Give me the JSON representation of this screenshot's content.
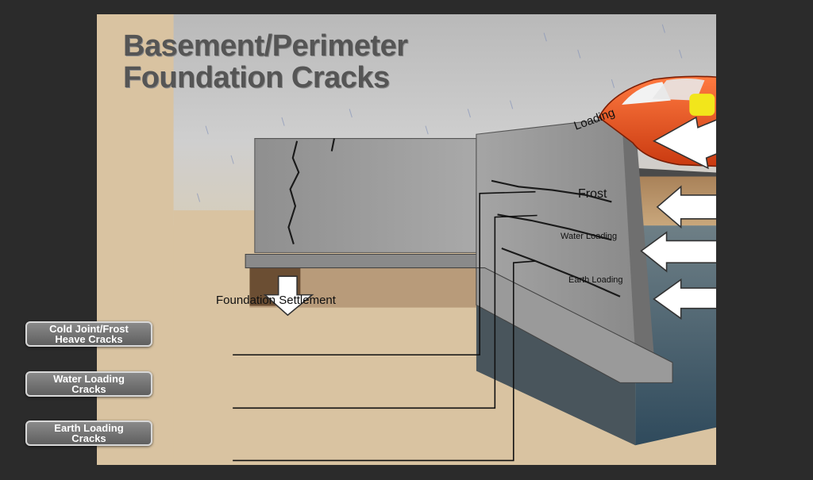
{
  "title": {
    "line1": "Basement/Perimeter",
    "line2": "Foundation Cracks"
  },
  "arrows": {
    "loading": "Loading",
    "frost": "Frost",
    "water_loading": "Water Loading",
    "earth_loading": "Earth Loading",
    "settlement": "Foundation Settlement"
  },
  "crack_labels": [
    {
      "line1": "Cold Joint/Frost",
      "line2": "Heave Cracks"
    },
    {
      "line1": "Water Loading",
      "line2": "Cracks"
    },
    {
      "line1": "Earth Loading",
      "line2": "Cracks"
    }
  ],
  "colors": {
    "sky": "#c8c8c8",
    "soil": "#d9c3a1",
    "wall": "#9a9a9a",
    "water_soil": "#3c5566",
    "car": "#e04a18",
    "frame_bg": "#2b2b2b"
  }
}
